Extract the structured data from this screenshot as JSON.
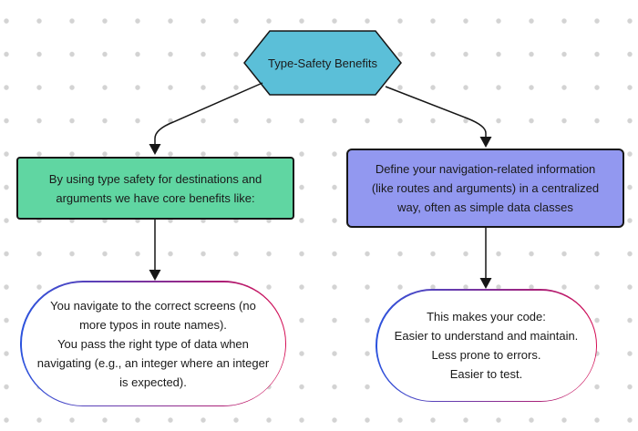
{
  "diagram": {
    "title": "Type-Safety Benefits flowchart",
    "root": {
      "shape": "hexagon",
      "label": "Type-Safety Benefits"
    },
    "left_branch": {
      "box": {
        "shape": "rectangle",
        "label": "By using type safety for destinations and\narguments we have core benefits like:"
      },
      "stadium": {
        "shape": "stadium",
        "label": "You navigate to the correct screens (no\nmore typos in route names).\nYou pass the right type of data when\nnavigating (e.g., an integer where an integer\nis expected)."
      }
    },
    "right_branch": {
      "box": {
        "shape": "rectangle",
        "label": "Define your navigation-related information\n(like routes and arguments) in a centralized\nway, often as simple data classes"
      },
      "stadium": {
        "shape": "stadium",
        "label": "This makes your code:\nEasier to understand and maintain.\nLess prone to errors.\nEasier to test."
      }
    },
    "colors": {
      "hexagon_fill": "#5bbfd8",
      "green_box_fill": "#60d6a2",
      "purple_box_fill": "#9298f0",
      "stadium_border_gradient_start": "#2b53de",
      "stadium_border_gradient_end": "#d50f55",
      "connector_stroke": "#161616",
      "background_dot": "#d3d3d3",
      "text": "#1a1a1a"
    }
  }
}
